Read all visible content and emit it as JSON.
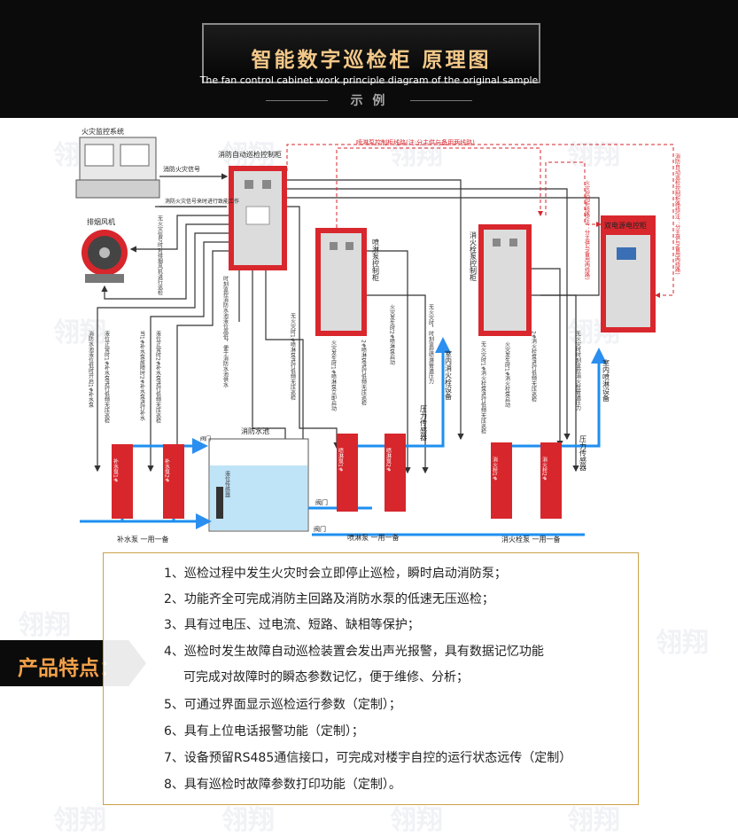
{
  "header": {
    "title": "智能数字巡检柜 原理图",
    "subtitle": "The fan control cabinet work principle diagram of the original sample",
    "example": "示 例"
  },
  "watermark": "翎翔",
  "diagram": {
    "fire_monitor": "火灾监控系统",
    "fire_signal": "消防火灾信号",
    "fire_signal_note": "消防火灾信号来时进行致能工作",
    "smoke_fan": "排烟风机",
    "main_cabinet": "消防自动巡检控制柜",
    "spray_cabinet": "喷淋泵控制柜",
    "hydrant_cabinet": "消火栓泵控制柜",
    "power_cabinet": "双电源电控柜",
    "spray_line": "喷淋泵控制柜线路(注:分主供与备用两线路)",
    "right_note": "消防自动巡检控制柜路线(注：分主供与备用两线路)",
    "power_note": "火灾控制柜线路(注：分主供与备用两线路)",
    "pool": "消防水池",
    "level_sensor": "液位传感器",
    "valve": "阀门",
    "valve2": "阀门",
    "valve3": "阀门",
    "indoor_hydrant": "室内消火栓设备",
    "indoor_spray": "室内喷淋设备",
    "pressure_sensor": "压力传感器",
    "pressure_sensor2": "压力传感器",
    "makeup_pumps": "补水泵 一用一备",
    "spray_pumps": "喷淋泵 一用一备",
    "hydrant_pumps": "消火栓泵 一用一备",
    "pump_tags": [
      "补水泵1#",
      "补水泵2#",
      "喷淋泵1#",
      "喷淋泵2#",
      "消火栓1#",
      "消火栓2#"
    ],
    "vertical_notes": [
      "消防水池液位低时开启1#补水泵",
      "液位正常时1#补水泵进行低频无压巡检",
      "当1#补水泵故障时2#补水泵进行补水",
      "液位正常时2#补水泵进行低频无压巡检",
      "无火灾信号时对排烟风机进行巡检",
      "时刻监控消防水池液位高低，便于消防水池供水",
      "无火灾时1#喷淋泵进行低频无压巡检",
      "火灾发生时1#喷淋泵立即启动",
      "2#喷淋泵进行低频无压巡检",
      "火灾发生时2#喷淋泵启动",
      "无火灾时，时刻监控喷淋管道压力",
      "无火灾时1#消火栓泵进行低频无压巡检",
      "火灾发生时1#消火栓泵启动",
      "2#消火栓泵进行低频无压巡检",
      "无火灾时时刻监控消火栓管道压力"
    ]
  },
  "features_title": "产品特点：",
  "features": [
    "1、巡检过程中发生火灾时会立即停止巡检，瞬时启动消防泵；",
    "2、功能齐全可完成消防主回路及消防水泵的低速无压巡检；",
    "3、具有过电压、过电流、短路、缺相等保护；",
    "4、巡检时发生故障自动巡检装置会发出声光报警，具有数据记忆功能",
    "可完成对故障时的瞬态参数记忆，便于维修、分析；",
    "5、可通过界面显示巡检运行参数（定制）；",
    "6、具有上位电话报警功能（定制）；",
    "7、设备预留RS485通信接口，可完成对楼宇自控的运行状态远传（定制）",
    "8、具有巡检时故障参数打印功能（定制）。"
  ],
  "colors": {
    "pipe": "#1e8ff0",
    "pump": "#d7262c",
    "cabinet": "#d9272e",
    "accent": "#f3c889"
  }
}
